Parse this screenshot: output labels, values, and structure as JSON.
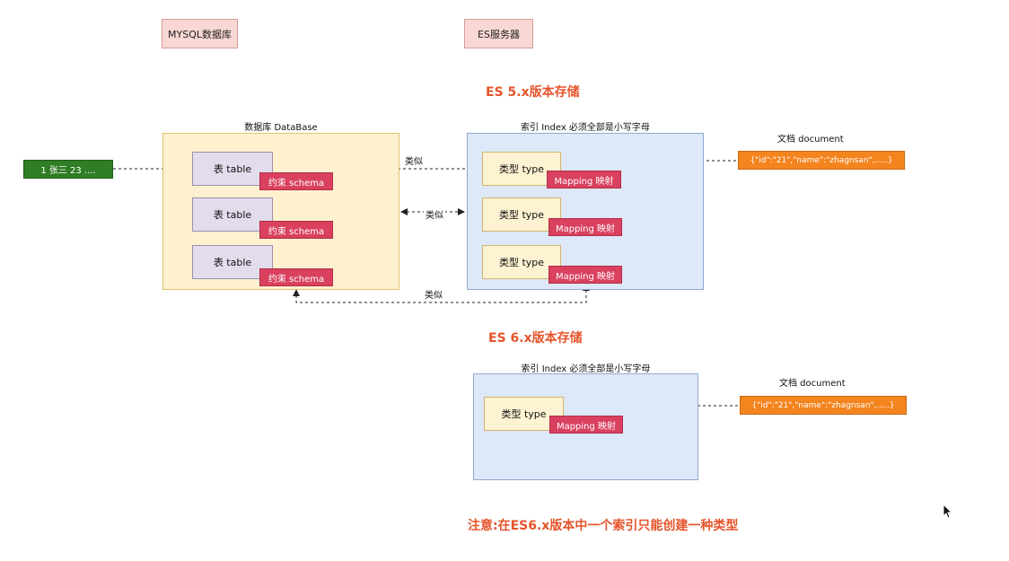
{
  "top_tags": {
    "mysql": "MYSQL数据库",
    "es": "ES服务器"
  },
  "es5": {
    "heading": "ES 5.x版本存储",
    "row": "1 张三 23 ....",
    "database": {
      "label": "数据库 DataBase",
      "tables": [
        {
          "name": "表 table",
          "schema": "约束 schema"
        },
        {
          "name": "表 table",
          "schema": "约束 schema"
        },
        {
          "name": "表 table",
          "schema": "约束 schema"
        }
      ]
    },
    "index": {
      "label": "索引 Index 必须全部是小写字母",
      "types": [
        {
          "name": "类型 type",
          "mapping": "Mapping 映射"
        },
        {
          "name": "类型 type",
          "mapping": "Mapping 映射"
        },
        {
          "name": "类型 type",
          "mapping": "Mapping 映射"
        }
      ]
    },
    "similar_labels": [
      "类似",
      "类似",
      "类似"
    ],
    "document": {
      "label": "文档 document",
      "value": "{\"id\":\"21\",\"name\":\"zhagnsan\",.....}"
    }
  },
  "es6": {
    "heading": "ES 6.x版本存储",
    "index": {
      "label": "索引 Index 必须全部是小写字母",
      "types": [
        {
          "name": "类型 type",
          "mapping": "Mapping 映射"
        }
      ]
    },
    "document": {
      "label": "文档 document",
      "value": "{\"id\":\"21\",\"name\":\"zhagnsan\",.....}"
    }
  },
  "note": "注意:在ES6.x版本中一个索引只能创建一种类型",
  "colors": {
    "accent": "#e5542b",
    "tag_pink": "#f8d7d4",
    "db_fill": "#fdf1cf",
    "index_fill": "#dde8f8",
    "table_fill": "#e3dcec",
    "schema_red": "#d9415f",
    "row_green": "#2f7d25",
    "doc_orange": "#f4841e"
  }
}
